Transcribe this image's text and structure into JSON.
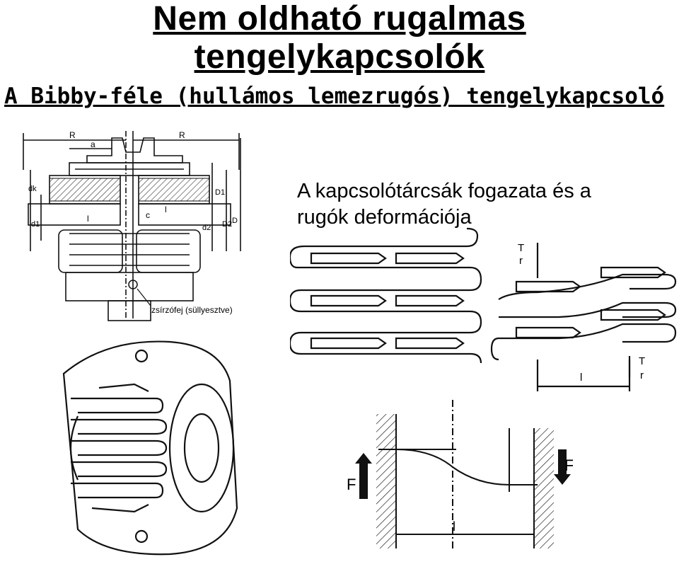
{
  "title": {
    "line1": "Nem oldható rugalmas",
    "line2": "tengelykapcsolók"
  },
  "subtitle": "A Bibby-féle (hullámos lemezrugós) tengelykapcsoló",
  "caption": {
    "line1": "A kapcsolótárcsák fogazata és a",
    "line2": "rugók deformációja"
  },
  "section_drawing": {
    "labels": {
      "R_left": "R",
      "R_right": "R",
      "a": "a",
      "c": "c",
      "l_left": "l",
      "l_right": "l",
      "dk": "dk",
      "d1": "d1",
      "d2": "d2",
      "D1": "D1",
      "D2": "D2",
      "D": "D",
      "grease_nipple": "zsírzófej (süllyesztve)"
    }
  },
  "spring_detail": {
    "labels": {
      "T_top": "T",
      "r_top": "r",
      "T_bottom": "T",
      "r_bottom": "r",
      "l": "l"
    }
  },
  "deformation_diagram": {
    "labels": {
      "F_left": "F",
      "F_right": "F",
      "l": "l"
    }
  }
}
